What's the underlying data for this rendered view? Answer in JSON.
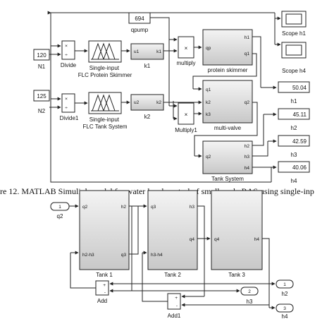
{
  "caption": "re 12. MATLAB Simulink model for water level control of small-scale RAS using single-inp",
  "top": {
    "constants": {
      "n1": "120",
      "n2": "125",
      "qpump": "694"
    },
    "labels": {
      "n1": "N1",
      "n2": "N2",
      "qpump": "qpump",
      "divide": "Divide",
      "divide1": "Divide1",
      "flc1": "Single-input\nFLC Protein Skimmer",
      "flc2": "Single-input\nFLC Tank System",
      "k1": "k1",
      "k2": "k2",
      "multiply": "multiply",
      "multiply1": "Multiply1",
      "protein_skimmer": "protein skimmer",
      "multi_valve": "multi-valve",
      "tank_system": "Tank System",
      "scope_h1": "Scope h1",
      "scope_h4": "Scope h4"
    },
    "ports": {
      "times": "×",
      "div": "÷",
      "mult": "×",
      "u1": "u1",
      "k1": "k1",
      "u2": "u2",
      "k2": "k2",
      "qp": "qp",
      "h1": "h1",
      "q1": "q1",
      "mv_q1": "q1",
      "mv_k2": "k2",
      "mv_q2": "q2",
      "mv_k3": "k3",
      "ts_h2": "h2",
      "ts_q2": "q2",
      "ts_h3": "h3",
      "ts_h4": "h4"
    },
    "displays": [
      {
        "value": "50.04",
        "label": "h1"
      },
      {
        "value": "45.11",
        "label": "h2"
      },
      {
        "value": "42.59",
        "label": "h3"
      },
      {
        "value": "40.06",
        "label": "h4"
      }
    ]
  },
  "bottom": {
    "inport": {
      "num": "1",
      "label": "q2"
    },
    "tank1": {
      "title": "Tank 1",
      "in1": "q2",
      "in2": "h2-h3",
      "out1": "h2",
      "out2": "q3"
    },
    "tank2": {
      "title": "Tank 2",
      "in1": "q3",
      "in2": "h3-h4",
      "out1": "h3",
      "out2": "q4"
    },
    "tank3": {
      "title": "Tank 3",
      "in1": "q4",
      "out1": "h4"
    },
    "add": {
      "label": "Add",
      "plus": "+",
      "minus": "-"
    },
    "add1": {
      "label": "Add1",
      "plus": "+",
      "minus": "-"
    },
    "outports": [
      {
        "num": "1",
        "label": "h2"
      },
      {
        "num": "2",
        "label": "h3"
      },
      {
        "num": "3",
        "label": "h4"
      }
    ]
  }
}
